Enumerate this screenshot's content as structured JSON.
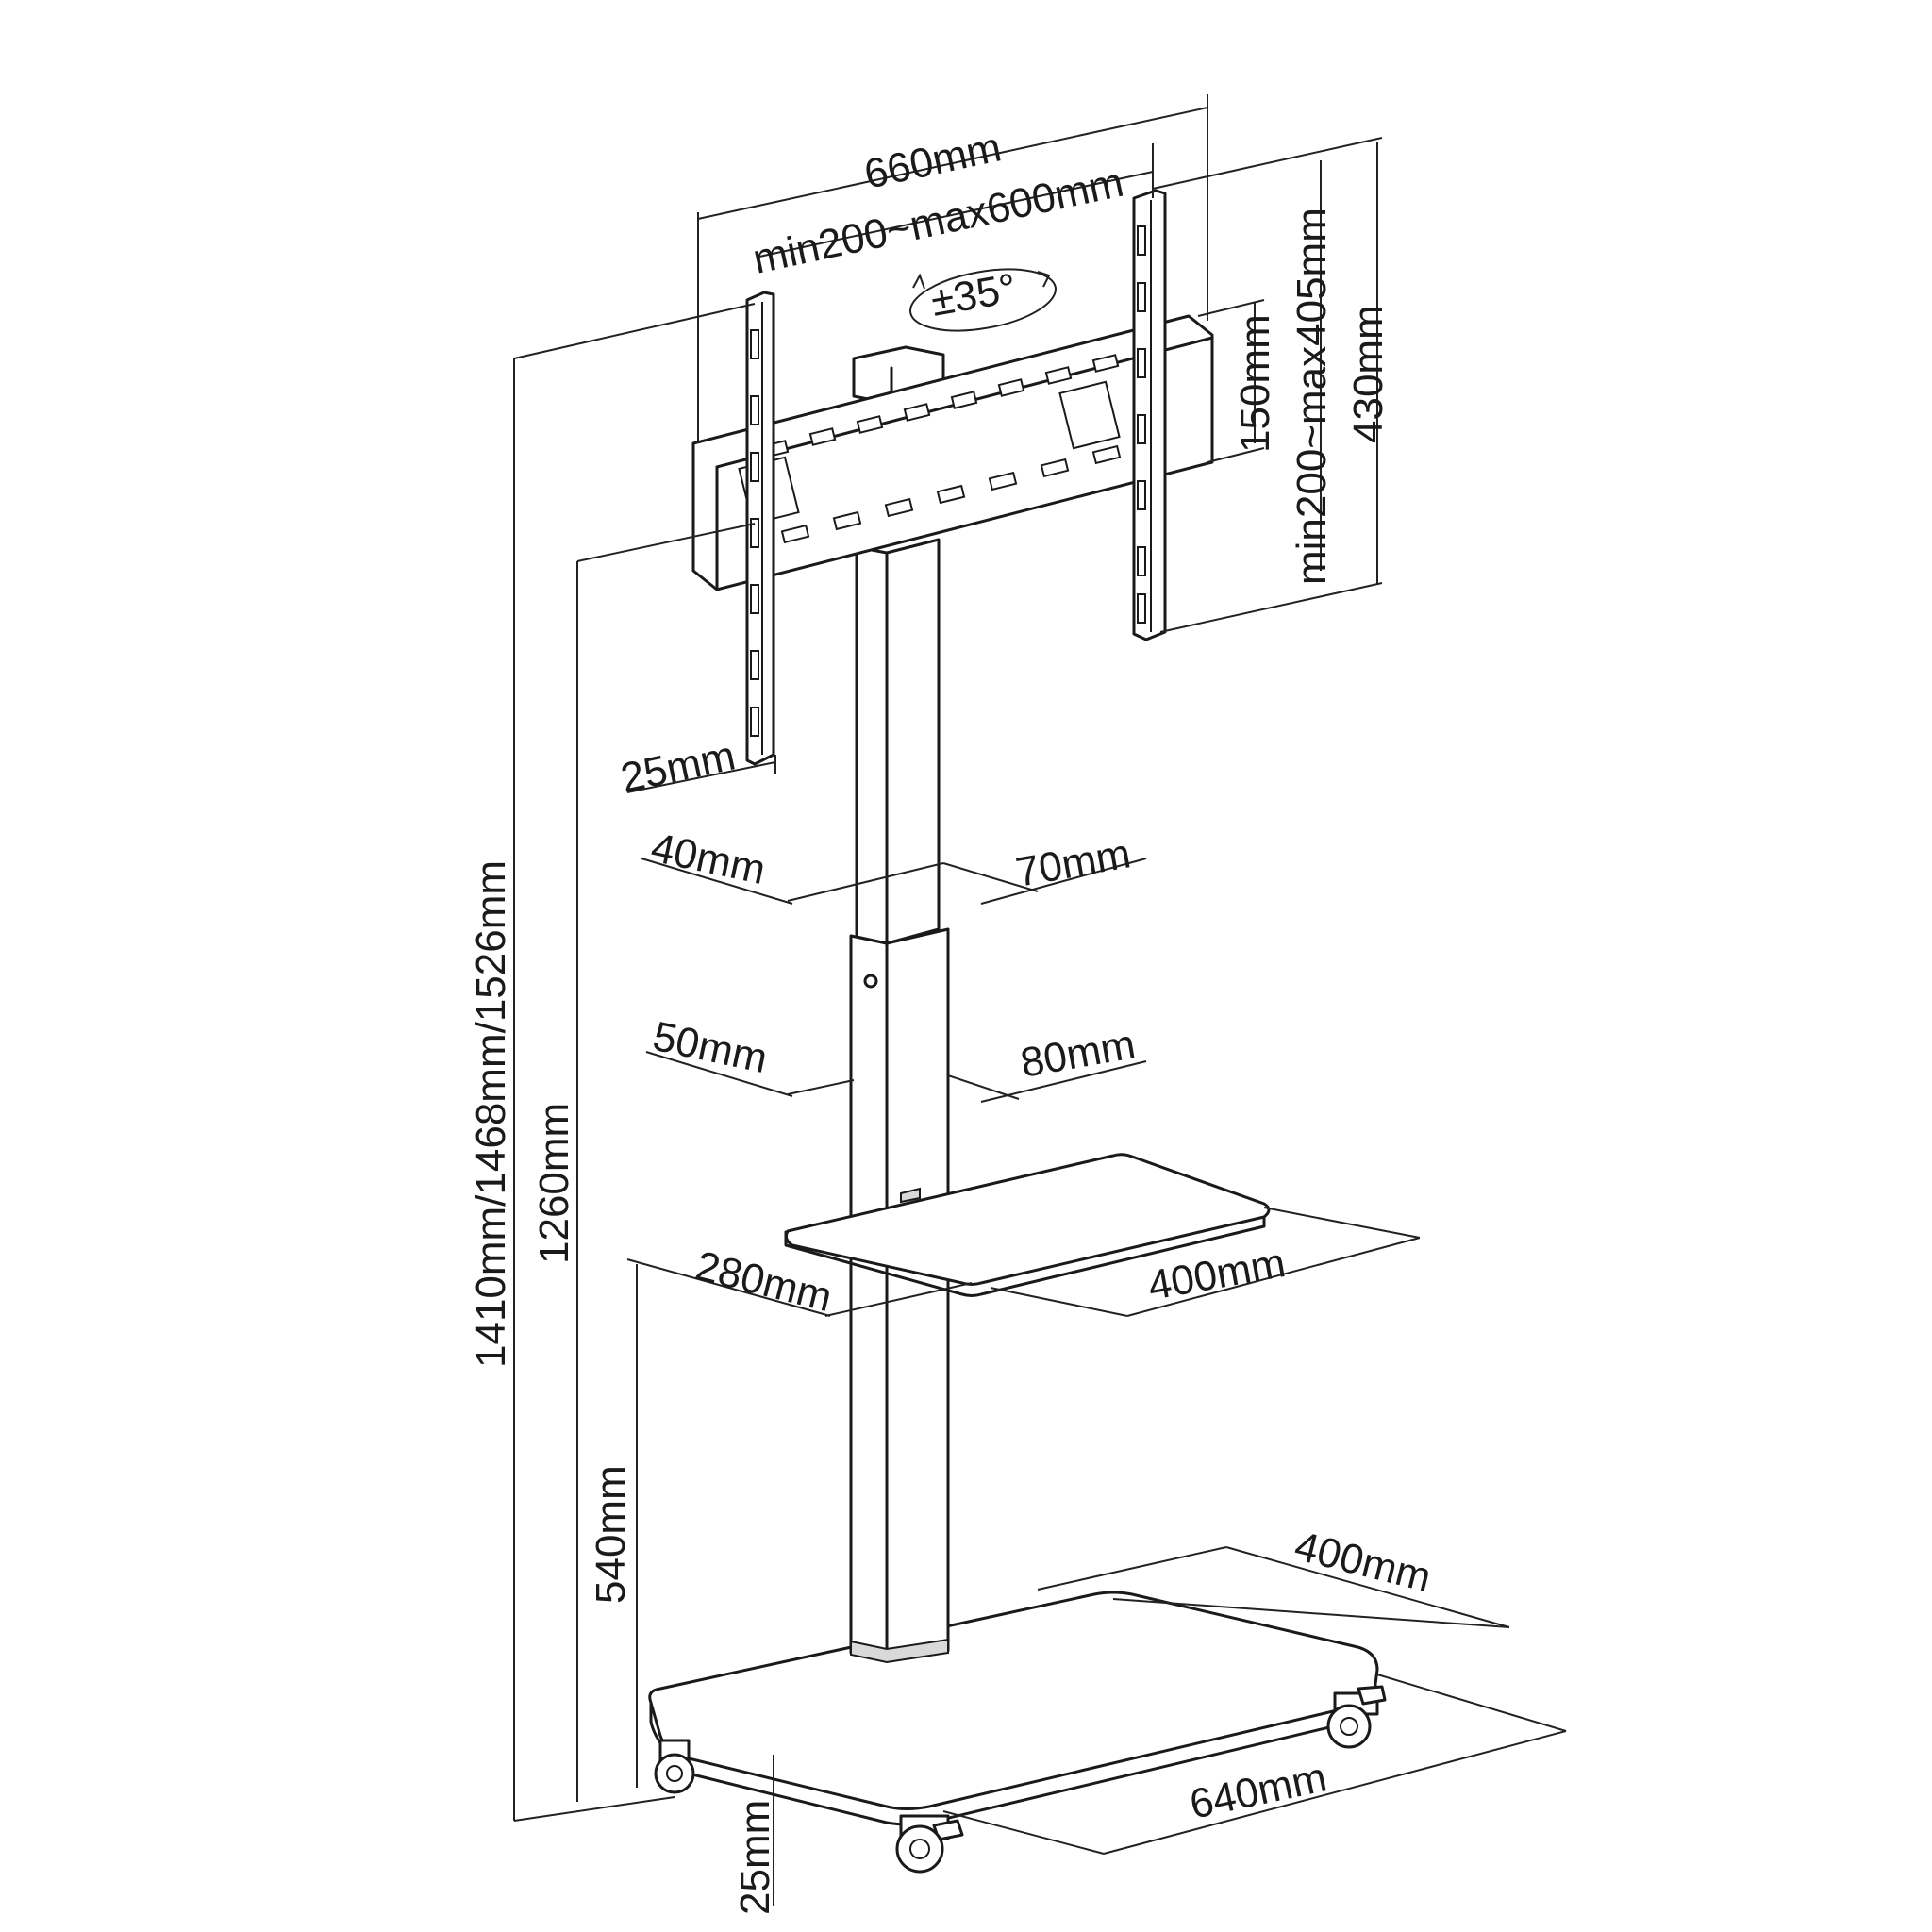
{
  "labels": {
    "vesa_total_width": "660mm",
    "vesa_horizontal_range": "min200~max600mm",
    "tilt": "±35°",
    "bracket_height": "430mm",
    "vesa_vertical_range": "min200~max405mm",
    "rail_spacing": "150mm",
    "rail_depth": "25mm",
    "upper_pole_depth": "40mm",
    "upper_pole_width": "70mm",
    "lower_pole_depth": "50mm",
    "lower_pole_width": "80mm",
    "total_height": "1410mm/1468mm/1526mm",
    "center_height": "1260mm",
    "shelf_depth": "280mm",
    "shelf_width": "400mm",
    "shelf_height": "540mm",
    "base_depth": "400mm",
    "base_width": "640mm",
    "ground_clearance": "25mm"
  }
}
